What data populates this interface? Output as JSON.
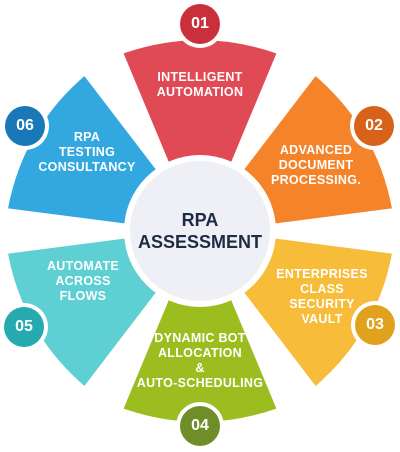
{
  "center": {
    "line1": "RPA",
    "line2": "ASSESSMENT"
  },
  "segments": [
    {
      "number": "01",
      "lines": [
        "INTELLIGENT",
        "AUTOMATION"
      ],
      "color": "#e04a55",
      "badge_color": "#c9303c"
    },
    {
      "number": "02",
      "lines": [
        "ADVANCED",
        "DOCUMENT",
        "PROCESSING."
      ],
      "color": "#f5832a",
      "badge_color": "#d9621a"
    },
    {
      "number": "03",
      "lines": [
        "ENTERPRISES",
        "CLASS",
        "SECURITY",
        "VAULT"
      ],
      "color": "#f7bd3a",
      "badge_color": "#e0a21c"
    },
    {
      "number": "04",
      "lines": [
        "DYNAMIC BOT",
        "ALLOCATION",
        "&",
        "AUTO-SCHEDULING"
      ],
      "color": "#9bbd1f",
      "badge_color": "#6f8e2a"
    },
    {
      "number": "05",
      "lines": [
        "AUTOMATE",
        "ACROSS",
        "FLOWS"
      ],
      "color": "#5ecfd3",
      "badge_color": "#27a9b0"
    },
    {
      "number": "06",
      "lines": [
        "RPA",
        "TESTING",
        "CONSULTANCY"
      ],
      "color": "#33a8e0",
      "badge_color": "#1a78b8"
    }
  ]
}
